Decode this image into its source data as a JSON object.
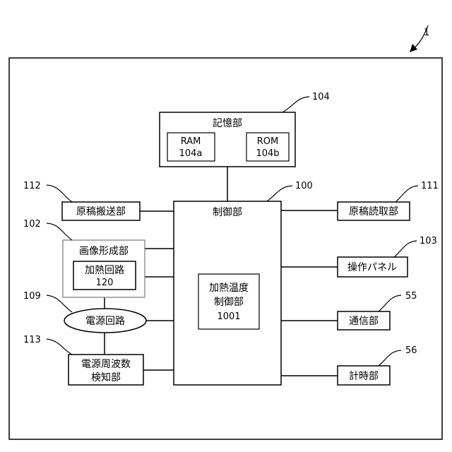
{
  "figure_number": "1",
  "storage": {
    "title": "記憶部",
    "ref": "104",
    "ram": {
      "name": "RAM",
      "code": "104a"
    },
    "rom": {
      "name": "ROM",
      "code": "104b"
    }
  },
  "controller": {
    "title": "制御部",
    "ref": "100",
    "sub": {
      "line1": "加熱温度",
      "line2": "制御部",
      "code": "1001"
    }
  },
  "document_feeder": {
    "label": "原稿搬送部",
    "ref": "112"
  },
  "image_forming": {
    "label": "画像形成部",
    "ref": "102",
    "heater": {
      "label": "加熱回路",
      "code": "120"
    }
  },
  "power_circuit": {
    "label": "電源回路",
    "ref": "109"
  },
  "frequency_detector": {
    "line1": "電源周波数",
    "line2": "検知部",
    "ref": "113"
  },
  "document_reader": {
    "label": "原稿読取部",
    "ref": "111"
  },
  "operation_panel": {
    "label": "操作パネル",
    "ref": "103"
  },
  "communication": {
    "label": "通信部",
    "ref": "55"
  },
  "timer": {
    "label": "計時部",
    "ref": "56"
  }
}
